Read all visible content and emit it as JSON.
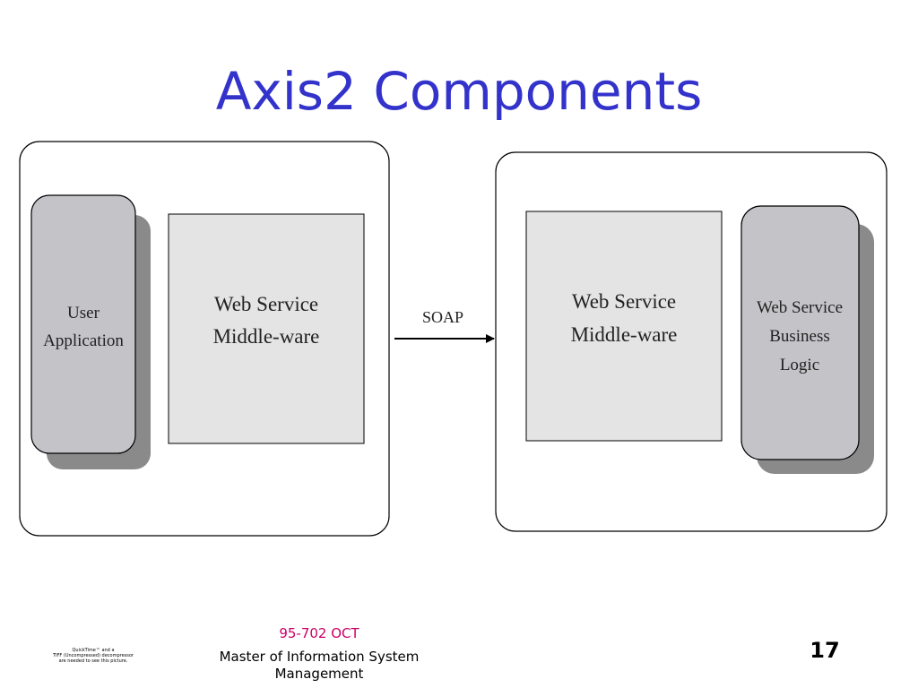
{
  "slide": {
    "title": "Axis2 Components",
    "page_number": "17"
  },
  "diagram": {
    "client": {
      "app_line1": "User",
      "app_line2": "Application",
      "middleware_line1": "Web Service",
      "middleware_line2": "Middle-ware"
    },
    "connector_label": "SOAP",
    "server": {
      "middleware_line1": "Web Service",
      "middleware_line2": "Middle-ware",
      "logic_line1": "Web Service",
      "logic_line2": "Business",
      "logic_line3": "Logic"
    }
  },
  "footer": {
    "course": "95-702 OCT",
    "program_line1": "Master of Information System",
    "program_line2": "Management",
    "quicktime_line1": "QuickTime™ and a",
    "quicktime_line2": "TIFF (Uncompressed) decompressor",
    "quicktime_line3": "are needed to see this picture."
  },
  "colors": {
    "title": "#3333cc",
    "course": "#cc0066",
    "rounded_box": "#c4c4c8",
    "shadow": "#8a8a8a",
    "square_box": "#e4e4e4"
  }
}
